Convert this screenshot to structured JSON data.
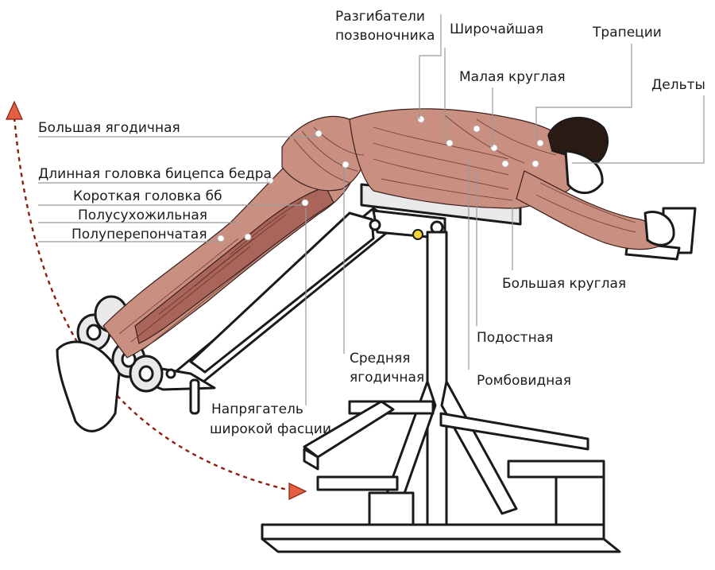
{
  "labels": {
    "glute_max": "Большая ягодичная",
    "biceps_long": "Длинная головка бицепса бедра",
    "biceps_short": "Короткая головка бб",
    "semitendinosus": "Полусухожильная",
    "semimembranosus": "Полуперепончатая",
    "erector_line1": "Разгибатели",
    "erector_line2": "позвоночника",
    "lats": "Широчайшая",
    "trapezius": "Трапеции",
    "teres_minor": "Малая круглая",
    "deltoids": "Дельты",
    "teres_major": "Большая круглая",
    "infraspinatus": "Подостная",
    "rhomboid": "Ромбовидная",
    "glute_med_line1": "Средняя",
    "glute_med_line2": "ягодичная",
    "tfl_line1": "Напрягатель",
    "tfl_line2": "широкой фасции"
  },
  "colors": {
    "muscle_fill": "#c98f80",
    "muscle_shade": "#a9655a",
    "muscle_highlight": "#e2b1a4",
    "arrow": "#e0603f",
    "arrow_stroke": "#8b1e10",
    "leader_line": "#9a9a9a"
  },
  "icons": {
    "motion_arrow": "dashed-arc-arrow",
    "pivot": "pin-icon"
  }
}
